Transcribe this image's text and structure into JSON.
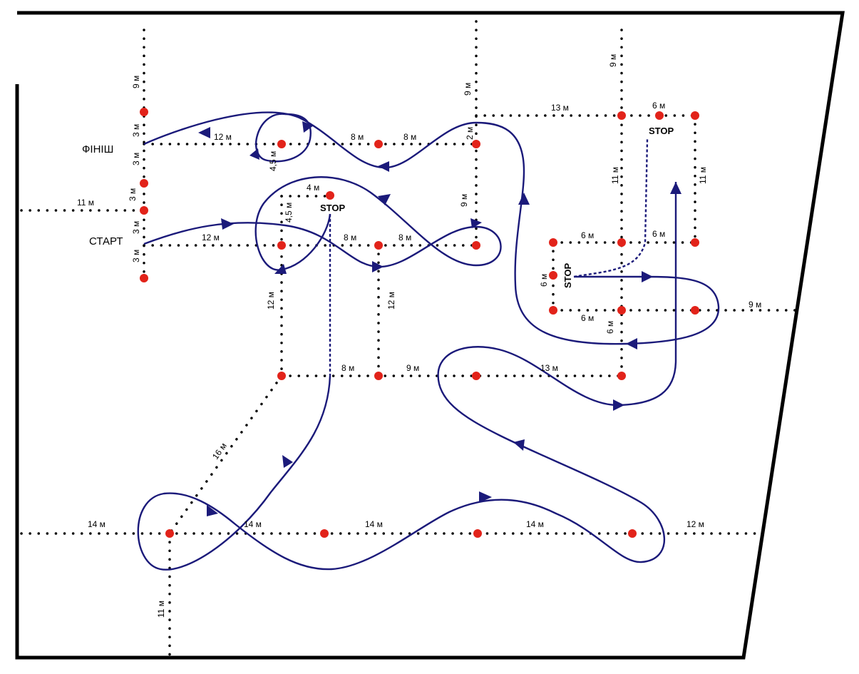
{
  "labels": {
    "finish": "ФІНІШ",
    "start": "СТАРТ",
    "stop": "STOP"
  },
  "distances": [
    "9 м",
    "3 м",
    "3 м",
    "3 м",
    "3 м",
    "3 м",
    "11 м",
    "12 м",
    "4,5 м",
    "8 м",
    "8 м",
    "2 м",
    "9 м",
    "4 м",
    "4,5 м",
    "12 м",
    "8 м",
    "8 м",
    "9 м",
    "12 м",
    "12 м",
    "8 м",
    "9 м",
    "13 м",
    "9 м",
    "13 м",
    "6 м",
    "11 м",
    "11 м",
    "6 м",
    "6 м",
    "6 м",
    "6 м",
    "6 м",
    "9 м",
    "16 м",
    "14 м",
    "14 м",
    "14 м",
    "14 м",
    "12 м",
    "11 м"
  ],
  "colors": {
    "route": "#1b1a7a",
    "cone": "#e2231a",
    "grid": "#000000"
  }
}
